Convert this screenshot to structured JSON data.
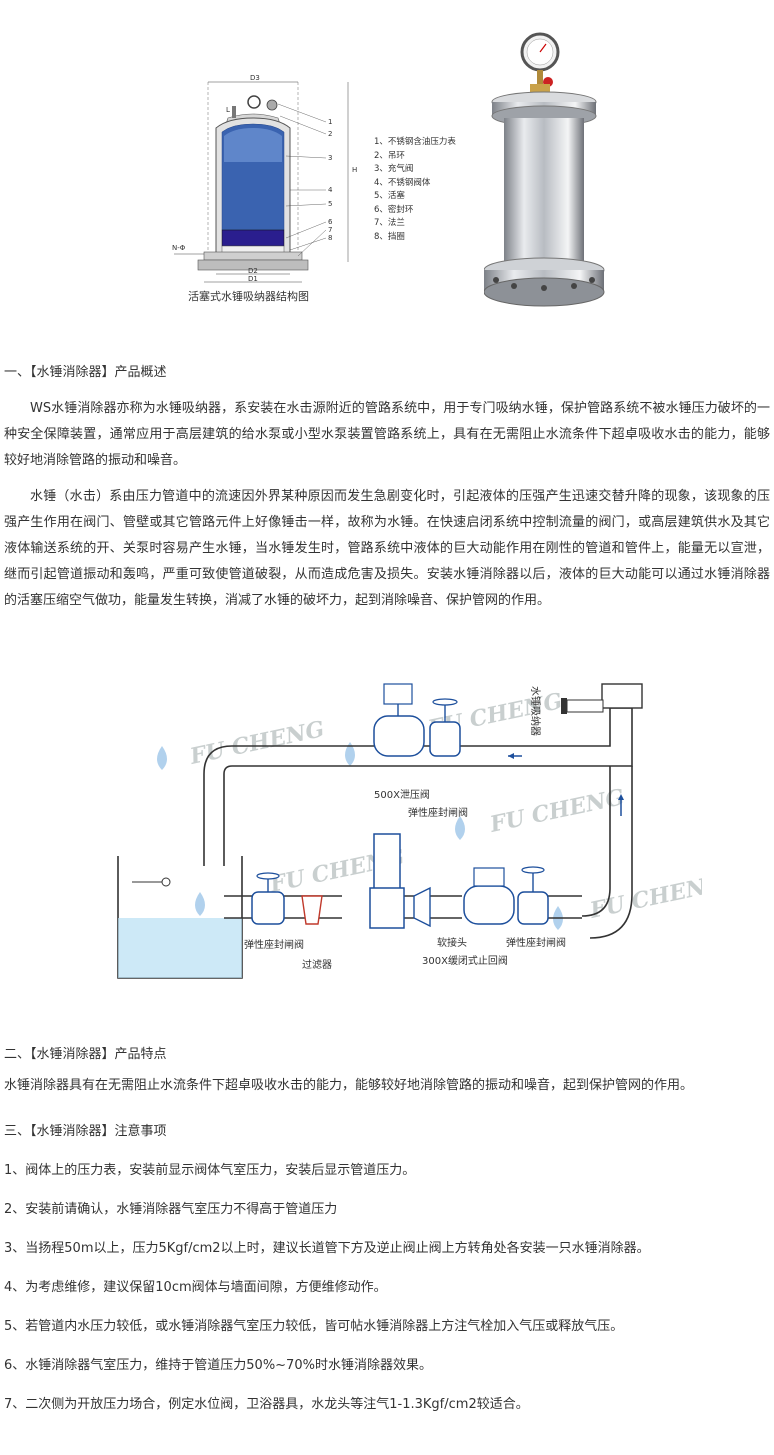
{
  "figure1": {
    "caption": "活塞式水锤吸纳器结构图",
    "dims": {
      "d3": "D3",
      "d2": "D2",
      "d1": "D1",
      "h": "H",
      "l": "L",
      "n": "N-Φ"
    },
    "callouts": [
      "1",
      "2",
      "3",
      "4",
      "5",
      "6",
      "7",
      "8"
    ],
    "legend": [
      "1、不锈钢含油压力表",
      "2、吊环",
      "3、充气阀",
      "4、不锈钢阀体",
      "5、活塞",
      "6、密封环",
      "7、法兰",
      "8、挡圈"
    ]
  },
  "section1": {
    "title": "一、【水锤消除器】产品概述",
    "p1": "WS水锤消除器亦称为水锤吸纳器，系安装在水击源附近的管路系统中，用于专门吸纳水锤，保护管路系统不被水锤压力破坏的一种安全保障装置，通常应用于高层建筑的给水泵或小型水泵装置管路系统上，具有在无需阻止水流条件下超卓吸收水击的能力，能够较好地消除管路的振动和噪音。",
    "p2": "水锤（水击）系由压力管道中的流速因外界某种原因而发生急剧变化时，引起液体的压强产生迅速交替升降的现象，该现象的压强产生作用在阀门、管壁或其它管路元件上好像锤击一样，故称为水锤。在快速启闭系统中控制流量的阀门，或高层建筑供水及其它液体输送系统的开、关泵时容易产生水锤，当水锤发生时，管路系统中液体的巨大动能作用在刚性的管道和管件上，能量无以宣泄，继而引起管道振动和轰鸣，严重可致使管道破裂，从而造成危害及损失。安装水锤消除器以后，液体的巨大动能可以通过水锤消除器的活塞压缩空气做功，能量发生转换，消减了水锤的破坏力，起到消除噪音、保护管网的作用。"
  },
  "figure2": {
    "watermark": "FU CHENG",
    "labels": {
      "absorber": "水锤吸纳器",
      "relief": "500X泄压阀",
      "gate_top": "弹性座封闸阀",
      "gate_left": "弹性座封闸阀",
      "filter": "过滤器",
      "soft": "软接头",
      "check": "300X缓闭式止回阀",
      "gate_right": "弹性座封闸阀"
    }
  },
  "section2": {
    "title": "二、【水锤消除器】产品特点",
    "p1": "水锤消除器具有在无需阻止水流条件下超卓吸收水击的能力，能够较好地消除管路的振动和噪音，起到保护管网的作用。"
  },
  "section3": {
    "title": "三、【水锤消除器】注意事项",
    "items": [
      "1、阀体上的压力表，安装前显示阀体气室压力，安装后显示管道压力。",
      "2、安装前请确认，水锤消除器气室压力不得高于管道压力",
      "3、当扬程50m以上，压力5Kgf/cm2以上时，建议长道管下方及逆止阀止阀上方转角处各安装一只水锤消除器。",
      "4、为考虑维修，建议保留10cm阀体与墙面间隙，方便维修动作。",
      "5、若管道内水压力较低，或水锤消除器气室压力较低，皆可帖水锤消除器上方注气栓加入气压或释放气压。",
      "6、水锤消除器气室压力，维持于管道压力50%~70%时水锤消除器效果。",
      "7、二次侧为开放压力场合，例定水位阀，卫浴器具，水龙头等注气1-1.3Kgf/cm2较适合。"
    ]
  }
}
